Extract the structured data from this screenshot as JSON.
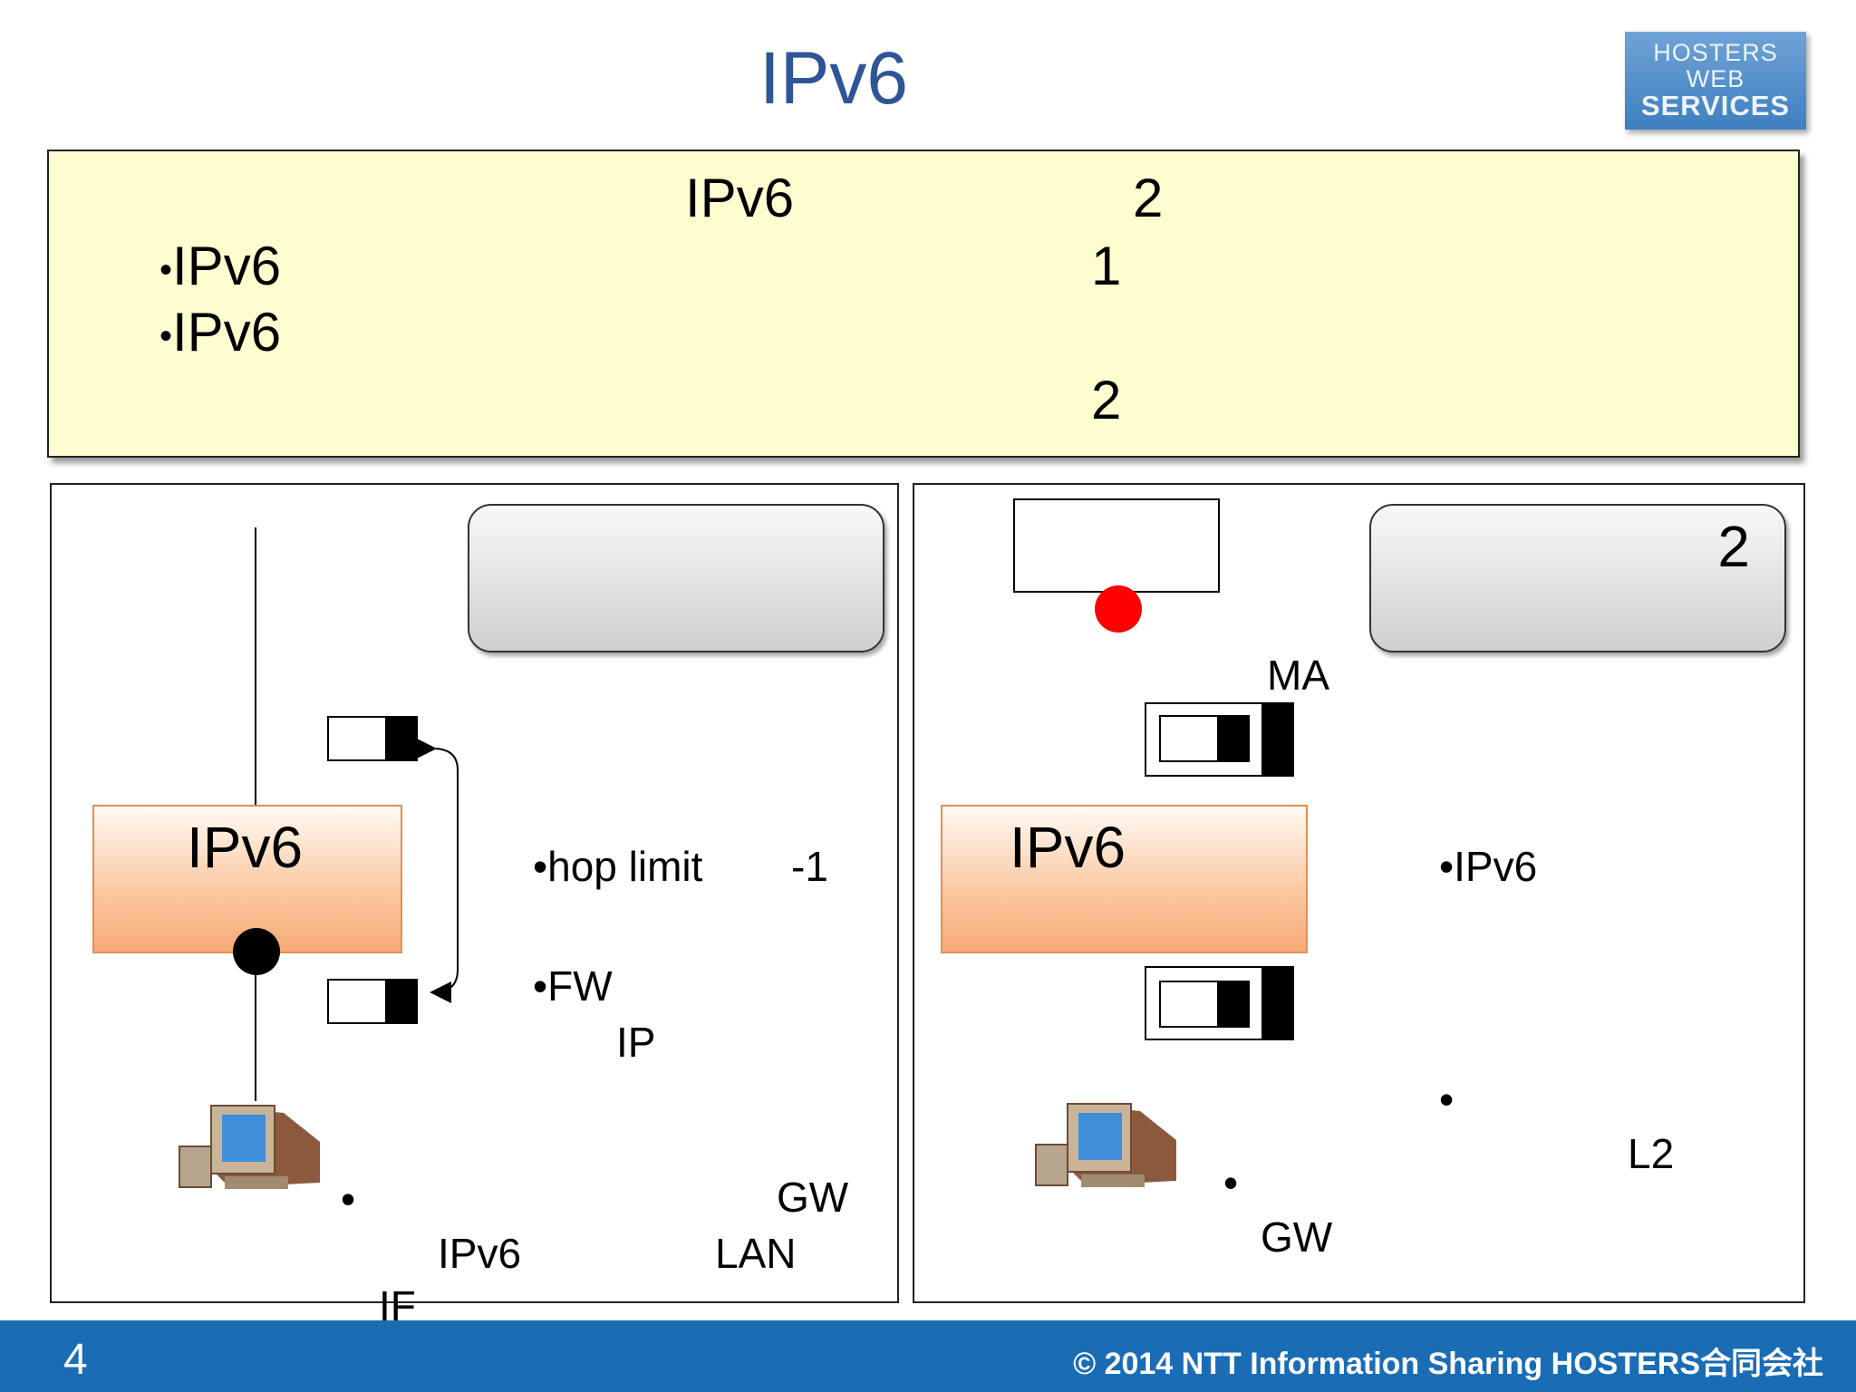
{
  "slide": {
    "title": "IPv6",
    "logo": {
      "line1": "HOSTERS",
      "line2": "WEB",
      "line3": "SERVICES"
    },
    "summary": {
      "heading_term": "IPv6",
      "heading_num": "2",
      "bullet1_term": "IPv6",
      "bullet1_num": "1",
      "bullet2_term": "IPv6",
      "bullet2_num": "2"
    },
    "left_panel": {
      "router_label": "IPv6",
      "bullet_hop": "•hop limit",
      "hop_value": "-1",
      "bullet_fw": "•FW",
      "fw_ip": "IP",
      "note_ipv6": "IPv6",
      "note_gw": "GW",
      "note_lan": "LAN",
      "note_if": "IF"
    },
    "right_panel": {
      "callout_num": "2",
      "mac_label": "MA",
      "router_label": "IPv6",
      "bullet_ipv6": "•IPv6",
      "note_l2": "L2",
      "note_gw": "GW"
    },
    "footer": {
      "page_number": "4",
      "copyright": "© 2014 NTT Information Sharing  HOSTERS合同会社"
    }
  },
  "colors": {
    "title": "#2e5596",
    "summary_bg": "#fdfdcf",
    "footer_bg": "#1a6cb5",
    "router_fill": "#fbc79e",
    "red_dot": "#ff0000"
  }
}
